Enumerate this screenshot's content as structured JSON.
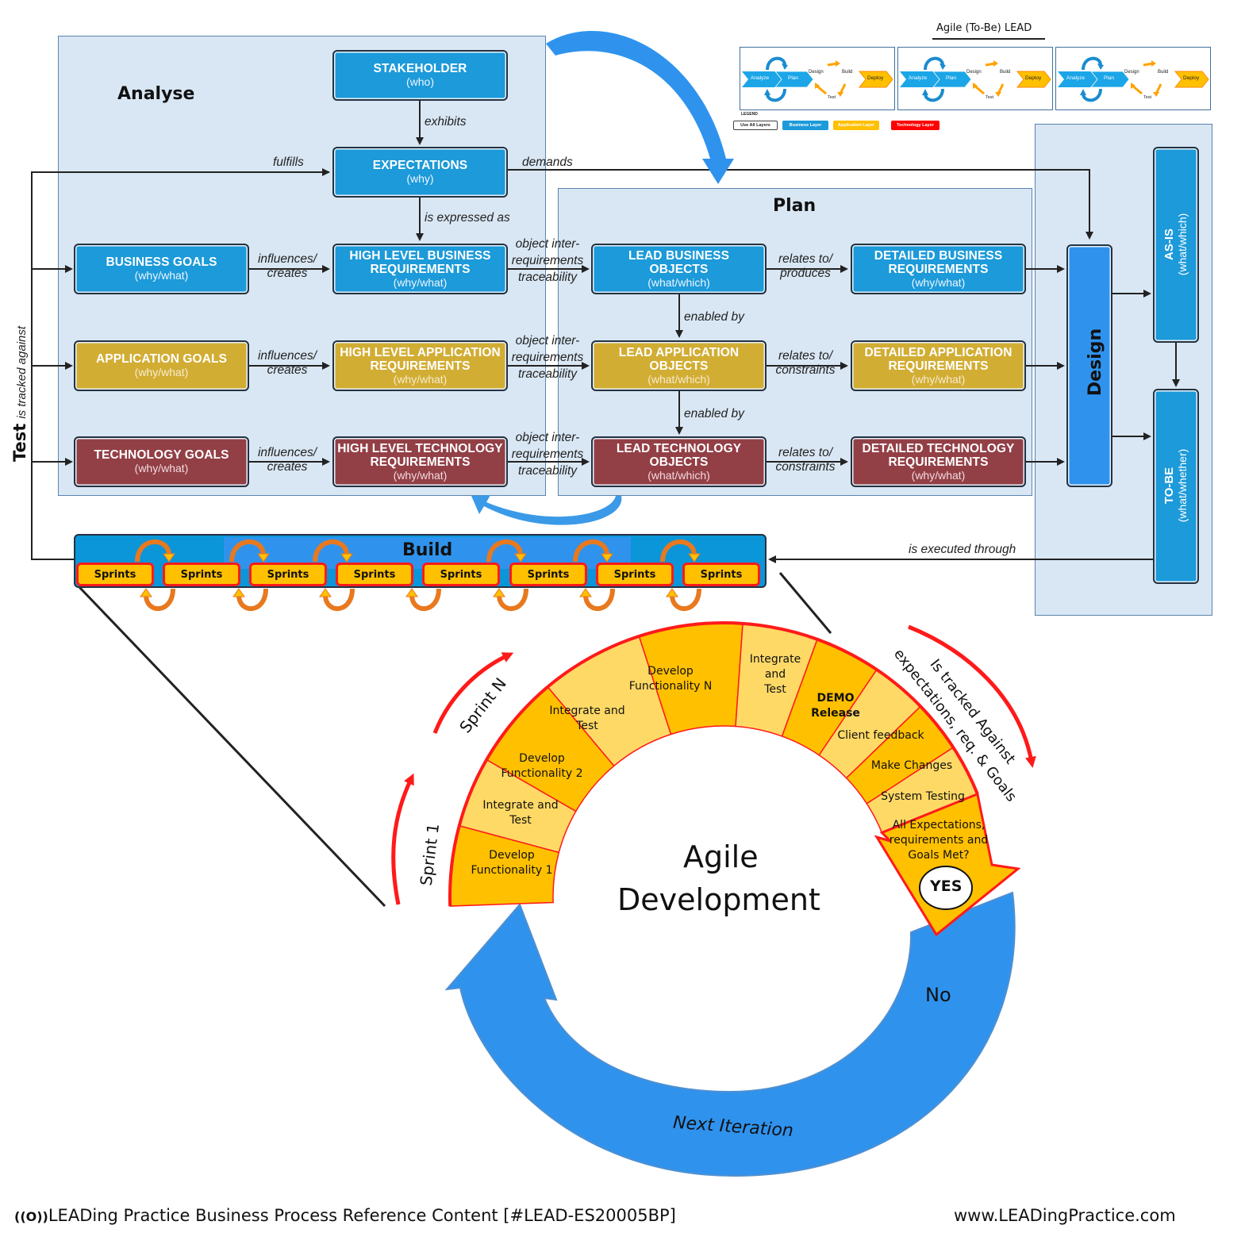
{
  "top_right": {
    "title": "Agile (To-Be) LEAD",
    "mini_diagrams": [
      {
        "analyze": "Analyze",
        "plan": "Plan",
        "design": "Design",
        "build": "Build",
        "test": "Test",
        "deploy": "Deploy"
      },
      {
        "analyze": "Analyze",
        "plan": "Plan",
        "design": "Design",
        "build": "Build",
        "test": "Test",
        "deploy": "Deploy"
      },
      {
        "analyze": "Analyze",
        "plan": "Plan",
        "design": "Design",
        "build": "Build",
        "test": "Test",
        "deploy": "Deploy"
      }
    ],
    "legend": {
      "title": "LEGEND",
      "items": [
        {
          "label": "Use All Layers",
          "color": "#ffffff"
        },
        {
          "label": "Business Layer",
          "color": "#1c9ad9"
        },
        {
          "label": "Application Layer",
          "color": "#ffc000"
        },
        {
          "label": "Technology Layer",
          "color": "#ff0000"
        }
      ]
    }
  },
  "colors": {
    "business": "#1c9ad9",
    "application": "#d2ad34",
    "technology": "#933f46",
    "panel": "#d9e7f4",
    "arrow_blue": "#2f93ee",
    "sprint_fill": "#ffc000",
    "sprint_border": "#ff1a1a"
  },
  "analyse": {
    "title": "Analyse",
    "stakeholder": {
      "title": "STAKEHOLDER",
      "sub": "(who)"
    },
    "expectations": {
      "title": "EXPECTATIONS",
      "sub": "(why)"
    },
    "business_goals": {
      "title": "BUSINESS GOALS",
      "sub": "(why/what)"
    },
    "application_goals": {
      "title": "APPLICATION GOALS",
      "sub": "(why/what)"
    },
    "technology_goals": {
      "title": "TECHNOLOGY GOALS",
      "sub": "(why/what)"
    },
    "hl_business": {
      "title1": "HIGH LEVEL BUSINESS",
      "title2": "REQUIREMENTS",
      "sub": "(why/what)"
    },
    "hl_application": {
      "title1": "HIGH LEVEL APPLICATION",
      "title2": "REQUIREMENTS",
      "sub": "(why/what)"
    },
    "hl_technology": {
      "title1": "HIGH LEVEL TECHNOLOGY",
      "title2": "REQUIREMENTS",
      "sub": "(why/what)"
    }
  },
  "plan": {
    "title": "Plan",
    "lead_business": {
      "title1": "LEAD BUSINESS",
      "title2": "OBJECTS",
      "sub": "(what/which)"
    },
    "lead_application": {
      "title1": "LEAD APPLICATION",
      "title2": "OBJECTS",
      "sub": "(what/which)"
    },
    "lead_technology": {
      "title1": "LEAD TECHNOLOGY",
      "title2": "OBJECTS",
      "sub": "(what/which)"
    },
    "det_business": {
      "title1": "DETAILED BUSINESS",
      "title2": "REQUIREMENTS",
      "sub": "(why/what)"
    },
    "det_application": {
      "title1": "DETAILED APPLICATION",
      "title2": "REQUIREMENTS",
      "sub": "(why/what)"
    },
    "det_technology": {
      "title1": "DETAILED TECHNOLOGY",
      "title2": "REQUIREMENTS",
      "sub": "(why/what)"
    }
  },
  "design": {
    "title": "Design",
    "as_is": {
      "title": "AS-IS",
      "sub": "(what/which)"
    },
    "to_be": {
      "title": "TO-BE",
      "sub": "(what/whether)"
    }
  },
  "test": {
    "title": "Test",
    "relation": "is tracked against"
  },
  "relations": {
    "exhibits": "exhibits",
    "fulfills": "fulfills",
    "demands": "demands",
    "is_expressed_as": "is expressed as",
    "influences1": "influences/",
    "influences2": "creates",
    "oir1": "object inter-",
    "oir2": "requirements",
    "oir3": "traceability",
    "relates_to": "relates to/",
    "produces": "produces",
    "constraints": "constraints",
    "enabled_by": "enabled by",
    "is_executed_through": "is executed through"
  },
  "build": {
    "title": "Build",
    "sprints": [
      "Sprints",
      "Sprints",
      "Sprints",
      "Sprints",
      "Sprints",
      "Sprints",
      "Sprints",
      "Sprints"
    ]
  },
  "agile_cycle": {
    "center_line1": "Agile",
    "center_line2": "Development",
    "sprint1_label": "Sprint 1",
    "sprintN_label": "Sprint N",
    "tracked_line1": "Is tracked Against",
    "tracked_line2": "expectations, req. & Goals",
    "segments": [
      {
        "line1": "Develop",
        "line2": "Functionality 1"
      },
      {
        "line1": "Integrate and",
        "line2": "Test"
      },
      {
        "line1": "Develop",
        "line2": "Functionality 2"
      },
      {
        "line1": "Integrate and",
        "line2": "Test"
      },
      {
        "line1": "Develop",
        "line2": "Functionality N"
      },
      {
        "line1": "Integrate",
        "line2": "and",
        "line3": "Test"
      },
      {
        "line1": "DEMO",
        "line2": "Release"
      },
      {
        "line1": "Client feedback"
      },
      {
        "line1": "Make Changes"
      },
      {
        "line1": "System Testing"
      },
      {
        "line1": "All Expectations,",
        "line2": "requirements and",
        "line3": "Goals Met?"
      }
    ],
    "yes_label": "YES",
    "no_label": "No",
    "next_iteration": "Next Iteration"
  },
  "footer": {
    "left": "LEADing Practice Business Process Reference Content [#LEAD-ES20005BP]",
    "logo_prefix": "((O))",
    "right": "www.LEADingPractice.com"
  }
}
